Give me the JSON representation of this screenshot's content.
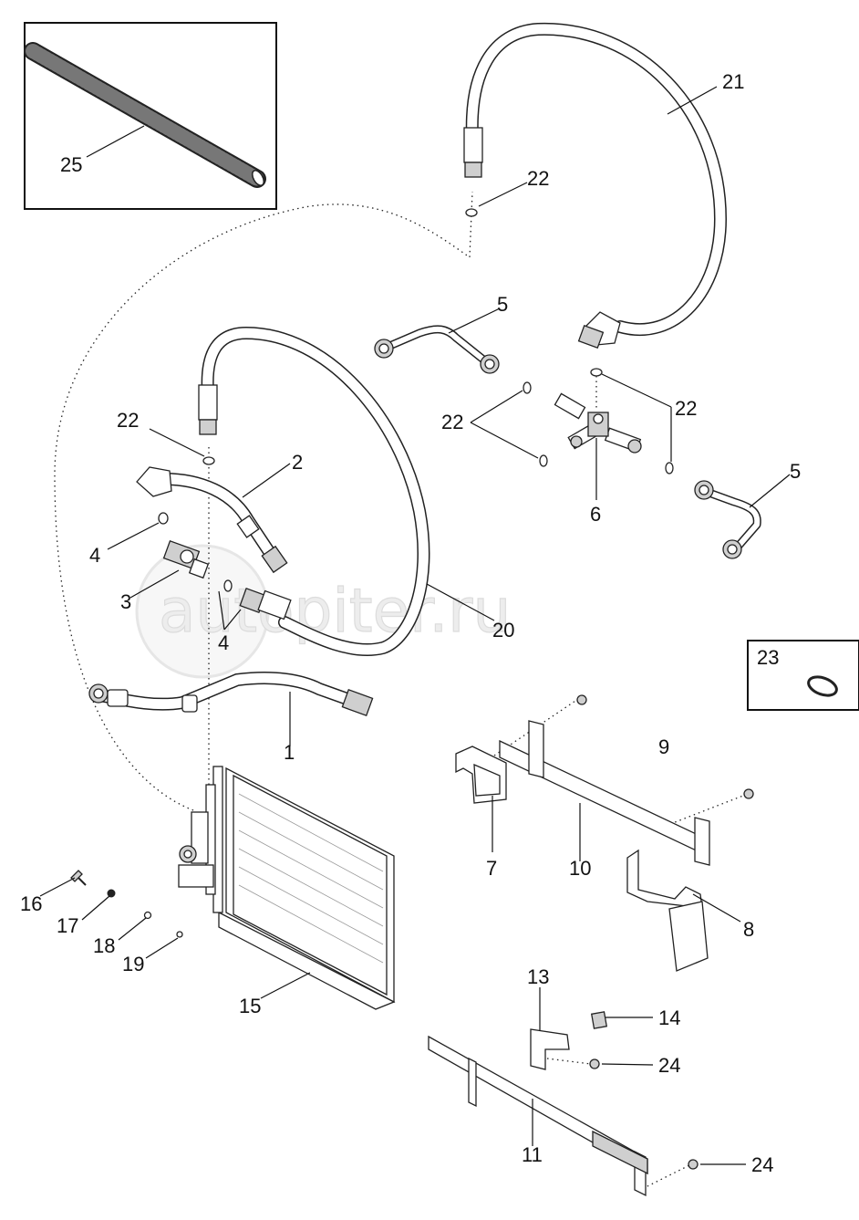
{
  "watermark": "autopiter.ru",
  "callouts": {
    "c1": "1",
    "c2": "2",
    "c3": "3",
    "c4a": "4",
    "c4b": "4",
    "c5a": "5",
    "c5b": "5",
    "c6": "6",
    "c7": "7",
    "c8": "8",
    "c9": "9",
    "c10": "10",
    "c11": "11",
    "c13": "13",
    "c14": "14",
    "c15": "15",
    "c16": "16",
    "c17": "17",
    "c18": "18",
    "c19": "19",
    "c20": "20",
    "c21": "21",
    "c22a": "22",
    "c22b": "22",
    "c22c": "22",
    "c23": "23",
    "c24a": "24",
    "c24b": "24",
    "c25": "25"
  }
}
